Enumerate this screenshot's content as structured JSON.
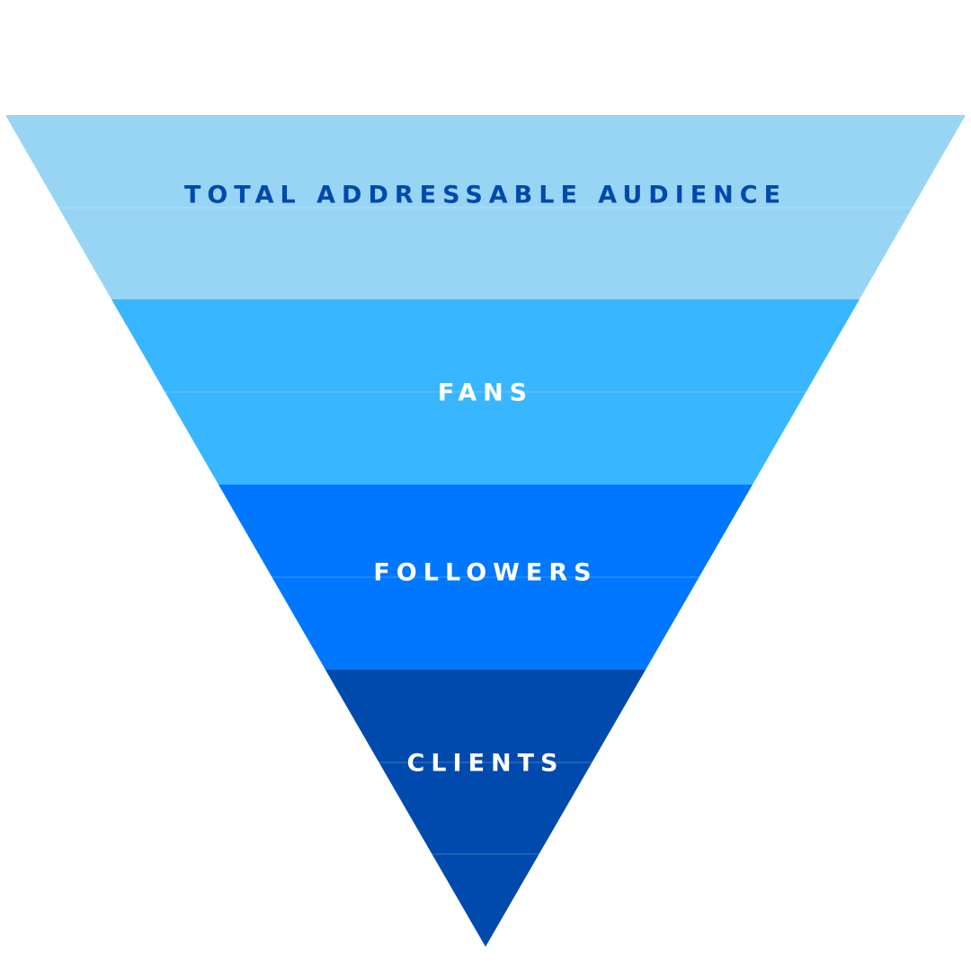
{
  "funnel": {
    "stages": [
      {
        "label": "TOTAL ADDRESSABLE AUDIENCE",
        "fill": "#98d5f5",
        "text_color": "#0049ad"
      },
      {
        "label": "FANS",
        "fill": "#38b6ff",
        "text_color": "#ffffff"
      },
      {
        "label": "FOLLOWERS",
        "fill": "#0077ff",
        "text_color": "#ffffff"
      },
      {
        "label": "CLIENTS",
        "fill": "#004aad",
        "text_color": "#ffffff"
      }
    ]
  }
}
